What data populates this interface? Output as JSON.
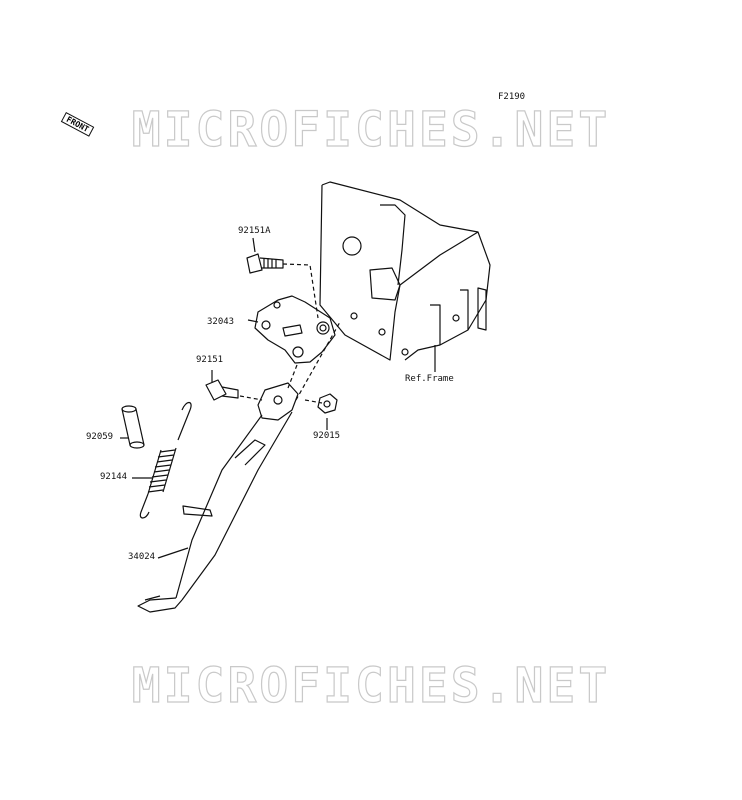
{
  "diagram": {
    "figure_code": "F2190",
    "front_label": "FRONT",
    "watermark": "MICROFICHES.NET",
    "parts": [
      {
        "id": "p-92151a",
        "number": "92151A"
      },
      {
        "id": "p-32043",
        "number": "32043"
      },
      {
        "id": "p-92151",
        "number": "92151"
      },
      {
        "id": "p-92015",
        "number": "92015"
      },
      {
        "id": "p-92059",
        "number": "92059"
      },
      {
        "id": "p-92144",
        "number": "92144"
      },
      {
        "id": "p-34024",
        "number": "34024"
      }
    ],
    "ref_frame": "Ref.Frame"
  }
}
